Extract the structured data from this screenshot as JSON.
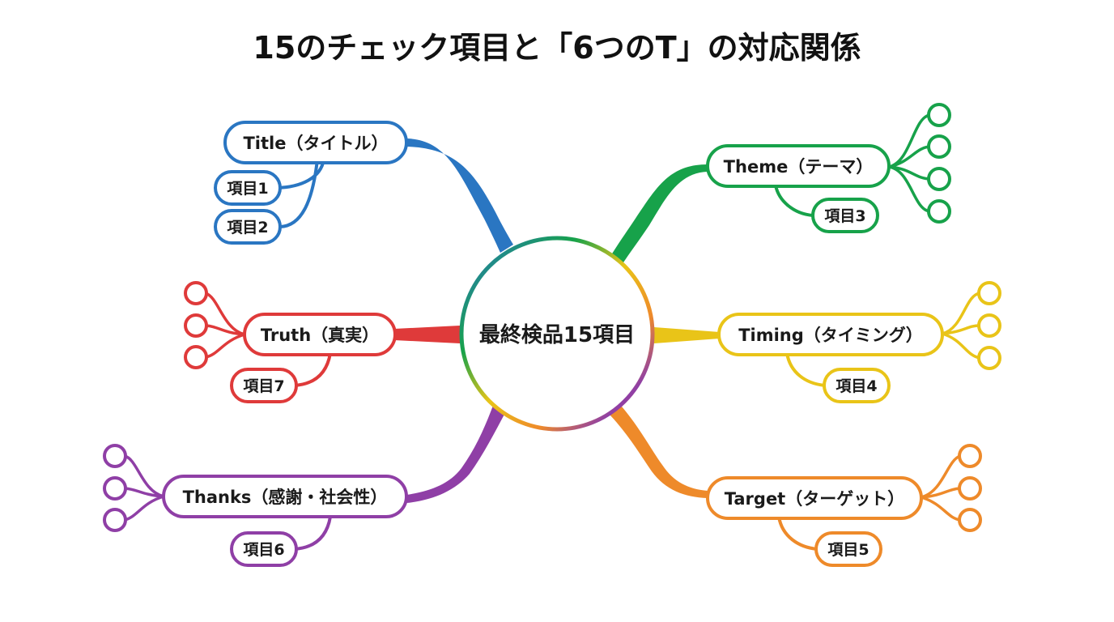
{
  "title": "15のチェック項目と「6つのT」の対応関係",
  "center": {
    "label": "最終検品15項目"
  },
  "colors": {
    "title_branch": "#2a76c2",
    "theme_branch": "#17a24a",
    "timing_branch": "#e9c418",
    "target_branch": "#ee8a2a",
    "thanks_branch": "#8f3fa6",
    "truth_branch": "#df3a3a"
  },
  "branches": {
    "title": {
      "label": "Title（タイトル）",
      "items": [
        "項目1",
        "項目2"
      ]
    },
    "theme": {
      "label": "Theme（テーマ）",
      "items": [
        "項目3"
      ]
    },
    "timing": {
      "label": "Timing（タイミング）",
      "items": [
        "項目4"
      ]
    },
    "target": {
      "label": "Target（ターゲット）",
      "items": [
        "項目5"
      ]
    },
    "thanks": {
      "label": "Thanks（感謝・社会性）",
      "items": [
        "項目6"
      ]
    },
    "truth": {
      "label": "Truth（真実）",
      "items": [
        "項目7"
      ]
    }
  }
}
